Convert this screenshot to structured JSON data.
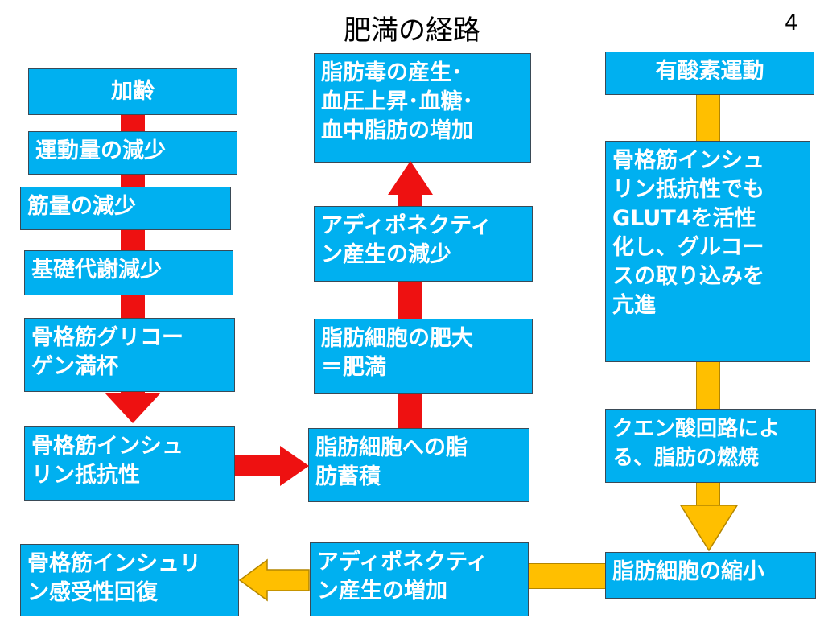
{
  "title": "肥満の経路",
  "page_number": "4",
  "colors": {
    "box": "#00b0f0",
    "red_arrow": "#ee1111",
    "yellow_arrow": "#ffbf00"
  },
  "left_column": {
    "aging": "加齢",
    "exercise_decrease": "運動量の減少",
    "muscle_decrease": "筋量の減少",
    "basal_metabolism_decrease": "基礎代謝減少",
    "glycogen_full": "骨格筋グリコー\nゲン満杯",
    "insulin_resistance": "骨格筋インシュ\nリン抵抗性"
  },
  "middle_column": {
    "fat_toxin": "脂肪毒の産生･\n血圧上昇･血糖･\n血中脂肪の増加",
    "adiponectin_decrease": "アディポネクティ\nン産生の減少",
    "fat_cell_enlarge": "脂肪細胞の肥大\n＝肥満",
    "fat_accumulation": "脂肪細胞への脂\n肪蓄積"
  },
  "right_column": {
    "aerobic_exercise": "有酸素運動",
    "glut4_activation": "骨格筋インシュ\nリン抵抗性でも\nGLUT4を活性\n化し、グルコー\nスの取り込みを\n亢進",
    "citric_acid_cycle": "クエン酸回路によ\nる、脂肪の燃焼"
  },
  "bottom_row": {
    "fat_cell_shrink": "脂肪細胞の縮小",
    "adiponectin_increase": "アディポネクティ\nン産生の増加",
    "insulin_sensitivity_recovery": "骨格筋インシュリ\nン感受性回復"
  }
}
